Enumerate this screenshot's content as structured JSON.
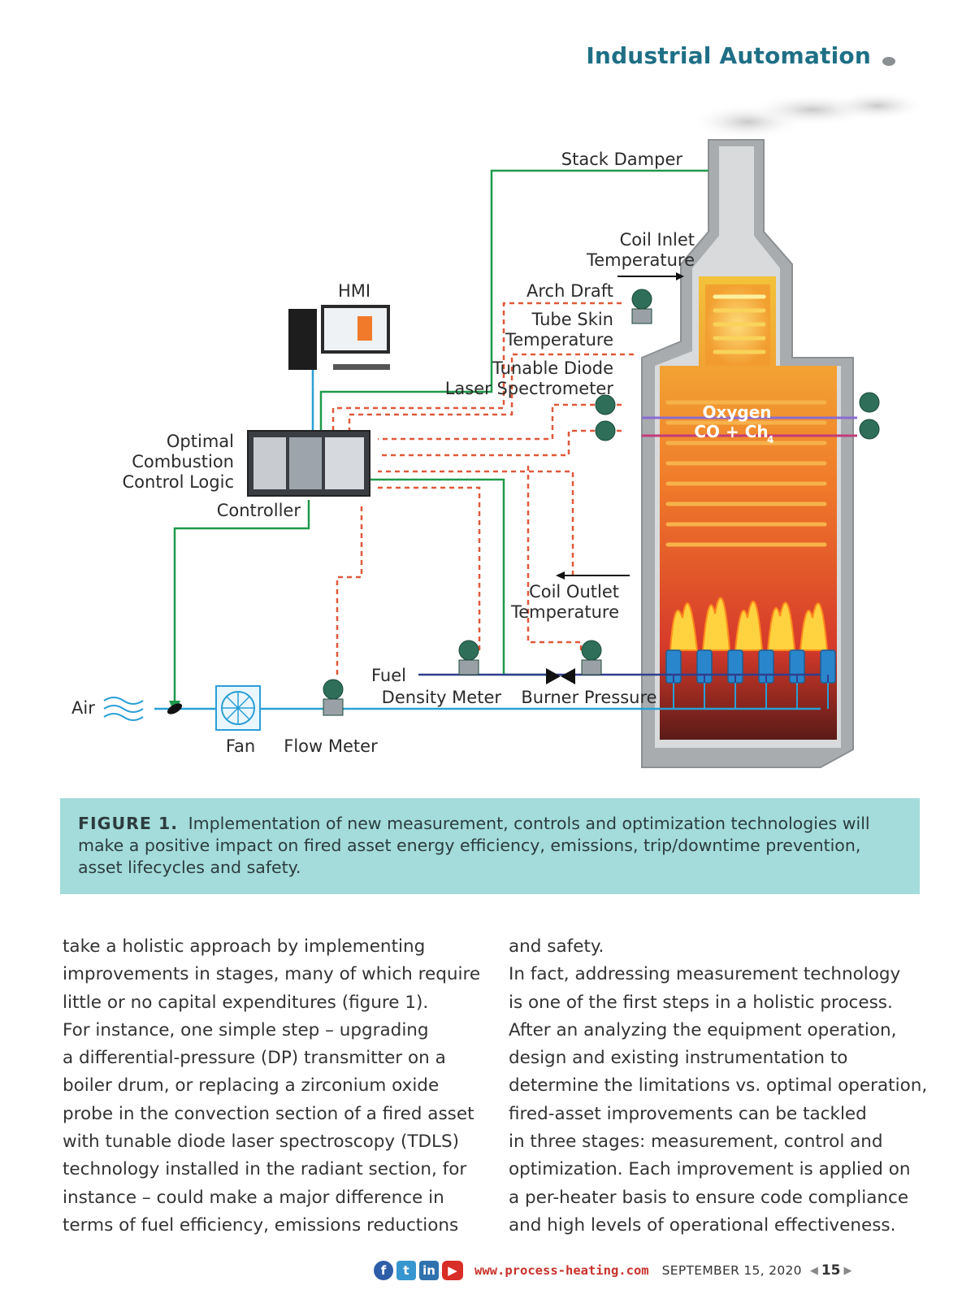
{
  "header": {
    "section": "Industrial Automation"
  },
  "diagram": {
    "labels": {
      "stack_damper": "Stack Damper",
      "coil_inlet_1": "Coil Inlet",
      "coil_inlet_2": "Temperature",
      "hmi": "HMI",
      "arch_draft": "Arch Draft",
      "tube_skin_1": "Tube Skin",
      "tube_skin_2": "Temperature",
      "tdls_1": "Tunable Diode",
      "tdls_2": "Laser Spectrometer",
      "oxygen": "Oxygen",
      "co_ch": "CO + Ch",
      "co_ch_sub": "4",
      "ocl_1": "Optimal",
      "ocl_2": "Combustion",
      "ocl_3": "Control Logic",
      "controller": "Controller",
      "coil_outlet_1": "Coil Outlet",
      "coil_outlet_2": "Temperature",
      "fuel": "Fuel",
      "density_meter": "Density Meter",
      "burner_pressure": "Burner Pressure",
      "air": "Air",
      "fan": "Fan",
      "flow_meter": "Flow Meter"
    }
  },
  "caption": {
    "label": "FIGURE 1.",
    "text": "Implementation of new measurement, controls and optimization technologies will make a positive impact on fired asset energy efficiency, emissions, trip/downtime prevention, asset lifecycles and safety."
  },
  "body": {
    "left": "take a holistic approach by implementing\nimprovements in stages, many of which require\nlittle or no capital expenditures (figure 1).\nFor instance, one simple step – upgrading\na differential-pressure (DP) transmitter on a\nboiler drum, or replacing a zirconium oxide\nprobe in the convection section of a fired asset\nwith tunable diode laser spectroscopy (TDLS)\ntechnology installed in the radiant section, for\ninstance – could make a major difference in\nterms of fuel efficiency, emissions reductions",
    "right": "and safety.\n   In fact, addressing measurement technology\nis one of the first steps in a holistic process.\nAfter an analyzing the equipment operation,\ndesign and existing instrumentation to\ndetermine the limitations vs. optimal operation,\nfired-asset improvements can be tackled\nin three stages: measurement, control and\noptimization. Each improvement is applied on\na per-heater basis to ensure code compliance\nand high levels of operational effectiveness."
  },
  "footer": {
    "social_icons": [
      "facebook-icon",
      "twitter-icon",
      "linkedin-icon",
      "youtube-icon"
    ],
    "website": "www.process-heating.com",
    "date": "SEPTEMBER 15, 2020",
    "page": "15"
  },
  "colors": {
    "accent": "#1e6f86",
    "caption_bg": "#a3dcda",
    "control_line": "#1f9a4c",
    "signal_line": "#e0583a",
    "air_line": "#2a9fd6",
    "fuel_line": "#2f3f8f",
    "footer_red": "#c8322b"
  }
}
